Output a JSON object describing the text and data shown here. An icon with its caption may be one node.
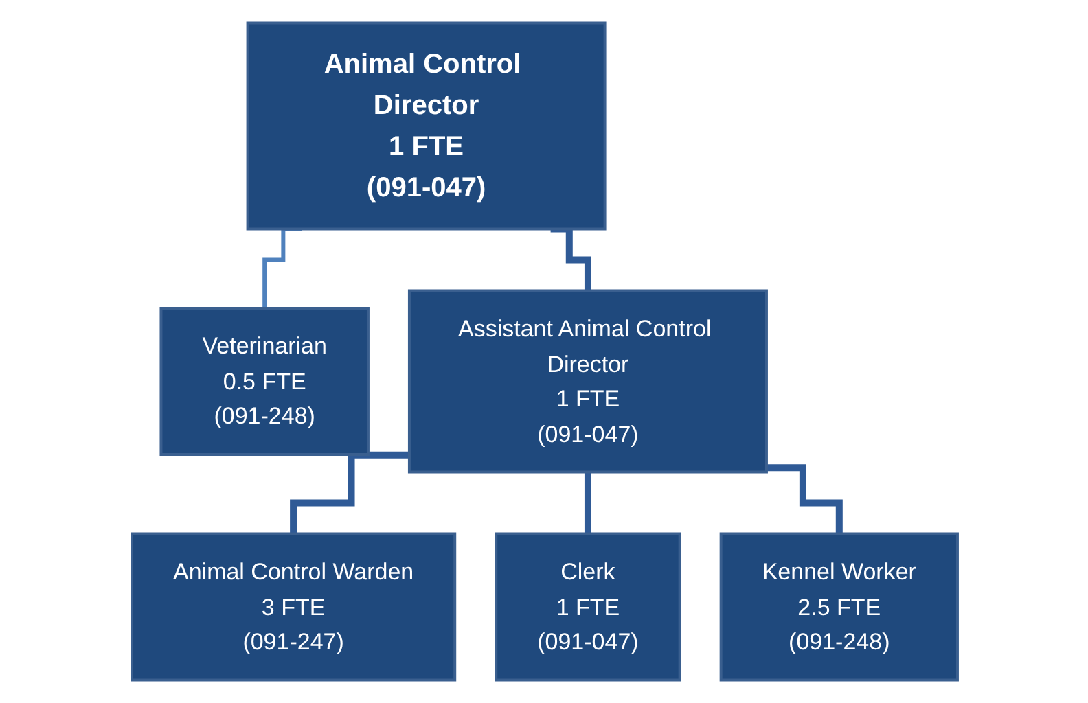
{
  "diagram": {
    "nodes": [
      {
        "text": [
          "Animal Control Director",
          "1 FTE",
          "(091-047)"
        ]
      },
      {
        "text": [
          "Veterinarian",
          "0.5 FTE",
          "(091-248)"
        ]
      },
      {
        "text": [
          "Assistant Animal Control Director",
          "1 FTE",
          "(091-047)"
        ]
      },
      {
        "text": [
          "Animal Control Warden",
          "3 FTE",
          "(091-247)"
        ]
      },
      {
        "text": [
          "Clerk",
          "1 FTE",
          "(091-047)"
        ]
      },
      {
        "text": [
          "Kennel Worker",
          "2.5 FTE",
          "(091-248)"
        ]
      }
    ],
    "edges": [
      {
        "from": 0,
        "to": 1,
        "arrow": "none",
        "color": "#4f81bd"
      },
      {
        "from": 0,
        "to": 2,
        "arrow": "none"
      },
      {
        "from": 2,
        "to": 3,
        "arrow": "none"
      },
      {
        "from": 2,
        "to": 4,
        "arrow": "none"
      },
      {
        "from": 2,
        "to": 5,
        "arrow": "none"
      }
    ]
  }
}
